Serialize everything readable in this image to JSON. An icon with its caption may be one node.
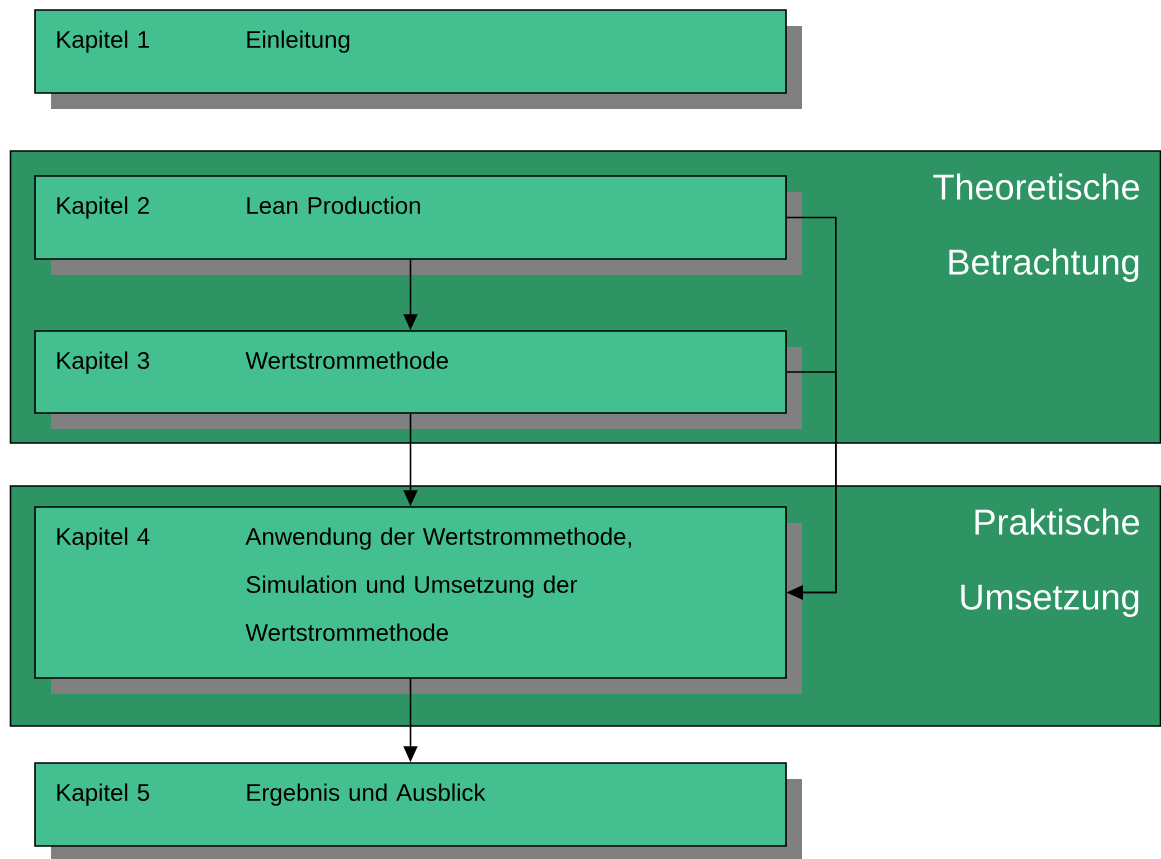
{
  "diagram": {
    "nodes": [
      {
        "text": [
          "Kapitel 1",
          "Einleitung"
        ]
      },
      {
        "text": [
          "Theoretische Betrachtung"
        ]
      },
      {
        "text": [
          "Kapitel 2",
          "Lean Production"
        ],
        "in": 1
      },
      {
        "text": [
          "Kapitel 3",
          "Wertstrommethode"
        ],
        "in": 1
      },
      {
        "text": [
          "Praktische Umsetzung"
        ]
      },
      {
        "text": [
          "Kapitel 4",
          "Anwendung der Wertstrommethode, Simulation und Umsetzung der Wertstrommethode"
        ],
        "in": 4
      },
      {
        "text": [
          "Kapitel 5",
          "Ergebnis und Ausblick"
        ]
      }
    ],
    "edges": [
      {
        "from": 2,
        "to": 3,
        "arrow": "to"
      },
      {
        "from": 3,
        "to": 5,
        "arrow": "to"
      },
      {
        "from": 2,
        "to": 5,
        "arrow": "to"
      },
      {
        "from": 3,
        "to": 5,
        "arrow": "to"
      },
      {
        "from": 5,
        "to": 6,
        "arrow": "to"
      }
    ]
  }
}
